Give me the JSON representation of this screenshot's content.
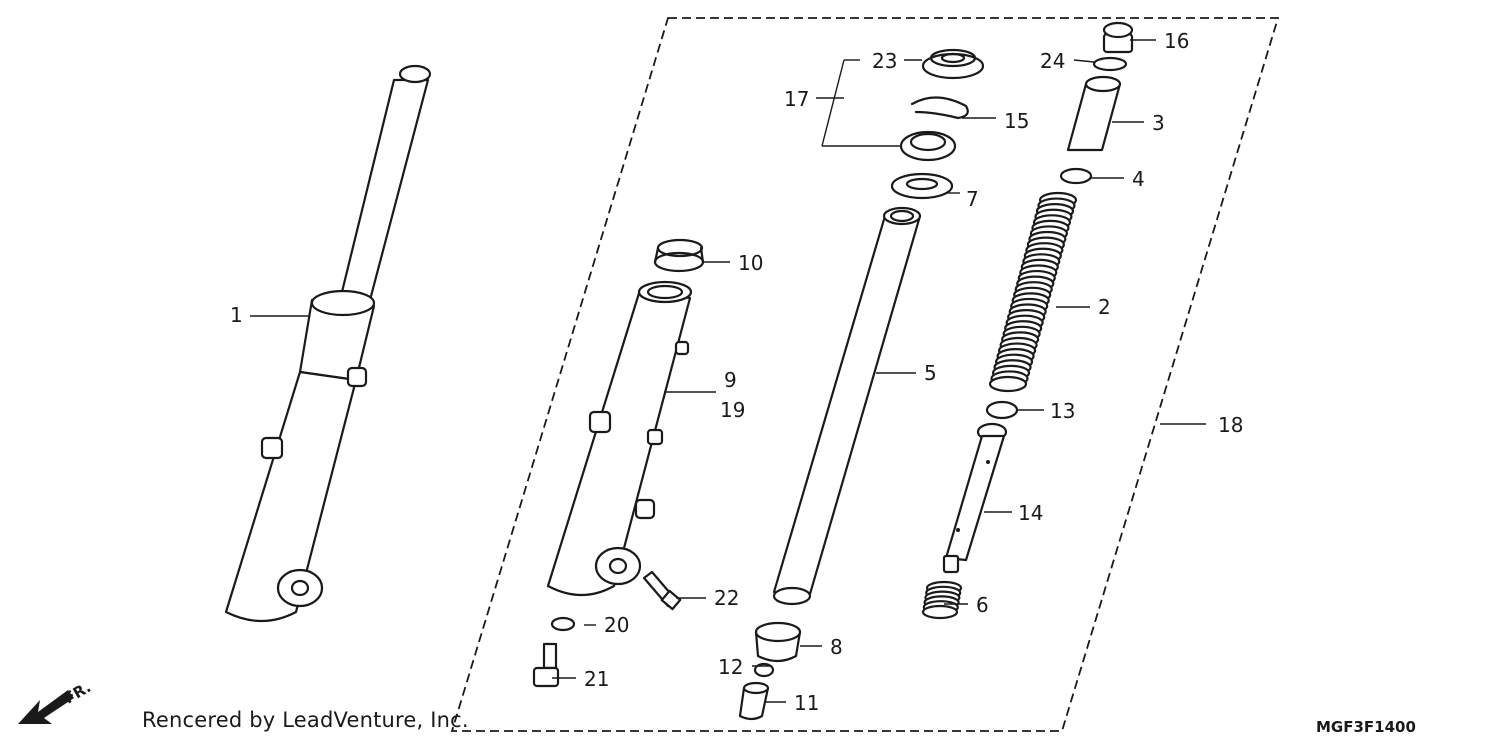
{
  "callouts": [
    "1",
    "2",
    "3",
    "4",
    "5",
    "6",
    "7",
    "8",
    "9",
    "10",
    "11",
    "12",
    "13",
    "14",
    "15",
    "16",
    "17",
    "18",
    "19",
    "20",
    "21",
    "22",
    "23",
    "24"
  ],
  "direction_label": "FR.",
  "credit": "Rencered by LeadVenture, Inc.",
  "diagram_code": "MGF3F1400"
}
